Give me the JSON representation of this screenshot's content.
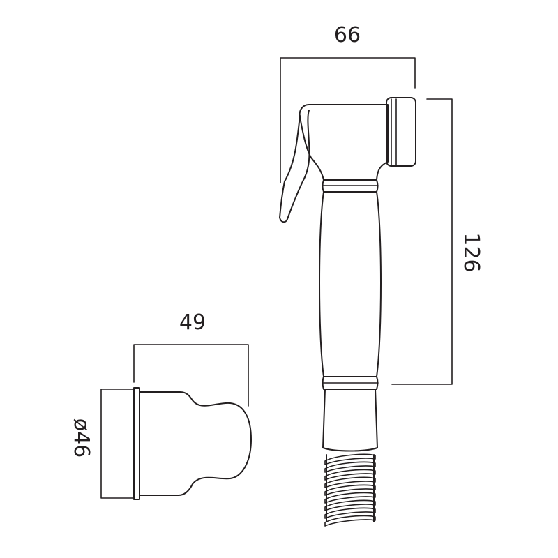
{
  "dimensions": {
    "spray_width": "66",
    "spray_height": "126",
    "holder_depth": "49",
    "holder_diameter": "ø46"
  },
  "colors": {
    "line": "#231f20",
    "background": "#ffffff"
  }
}
